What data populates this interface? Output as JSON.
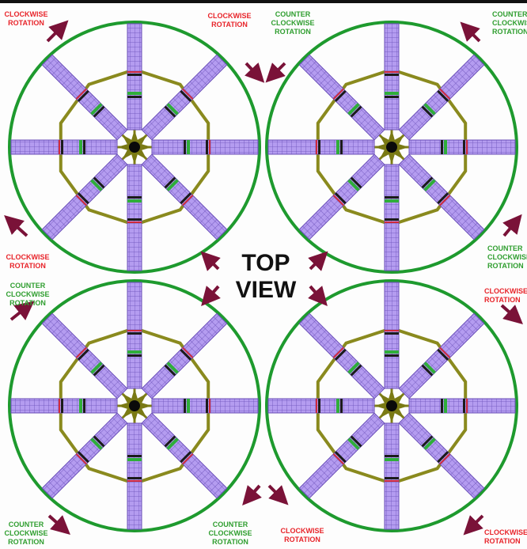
{
  "center_label": "TOP\nVIEW",
  "labels": {
    "tl_top": "CLOCKWISE\nROTATION",
    "tc_red": "CLOCKWISE\nROTATION",
    "tc_green": "COUNTER\nCLOCKWISE\nROTATION",
    "tr_top": "COUNTER\nCLOCKWISE\nROTATION",
    "ml_red": "CLOCKWISE\nROTATION",
    "ml_green": "COUNTER\nCLOCKWISE\nROTATION",
    "mr_green": "COUNTER\nCLOCKWISE\nROTATION",
    "mr_red": "CLOCKWISE\nROTATION",
    "bl_green": "COUNTER\nCLOCKWISE\nROTATION",
    "bc_green": "COUNTER\nCLOCKWISE\nROTATION",
    "bc_red": "CLOCKWISE\nROTATION",
    "br_red": "CLOCKWISE\nROTATION"
  },
  "colors": {
    "ring": "#1e9a2e",
    "blade": "#b49cf0",
    "blade_grid": "#6a4fb8",
    "frame": "#8a8a1e",
    "hub": "#7a7a14",
    "arrow": "#7a1238",
    "label_red": "#e8242a",
    "label_green": "#2f9e2f"
  },
  "rotors": [
    {
      "position": "top-left",
      "blade_count": 8
    },
    {
      "position": "top-right",
      "blade_count": 8
    },
    {
      "position": "bottom-left",
      "blade_count": 8
    },
    {
      "position": "bottom-right",
      "blade_count": 8
    }
  ]
}
